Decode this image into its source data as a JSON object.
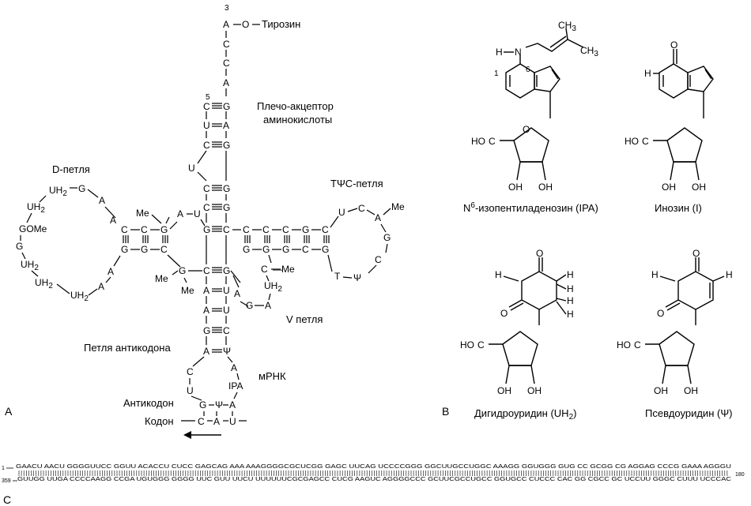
{
  "panel_a": {
    "letter": "A",
    "acceptor_end": {
      "pos3": "3",
      "pos5": "5",
      "amino_acid": "Тирозин",
      "link": "O"
    },
    "acceptor_label": [
      "Плечо-акцептор",
      "аминокислоты"
    ],
    "d_loop_label": "D-петля",
    "tpc_loop_label": "TΨC-петля",
    "v_loop_label": "V петля",
    "anticodon_loop_label": "Петля антикодона",
    "mrna_label": "мРНК",
    "anticodon_label": "Антикодон",
    "codon_label": "Кодон",
    "codon": [
      "C",
      "A",
      "U"
    ],
    "ipa": "IPA",
    "me": "Me"
  },
  "panel_b": {
    "letter": "B",
    "ipa_name": "N6-изопентиладенозин (IPA)",
    "ipa_name_parts": [
      "N",
      "6",
      "-изопентиладенозин (IPA)"
    ],
    "inosine_name": "Инозин (I)",
    "dhu_name_parts": [
      "Дигидроуридин (UH",
      "2",
      ")"
    ],
    "psu_name": "Псевдоуридин (Ψ)",
    "ho": "HO",
    "oh": "OH",
    "ipa_numbers": [
      "1",
      "6"
    ]
  },
  "panel_c": {
    "letter": "C",
    "left_start": "359",
    "left_num": "1",
    "right_num": "180",
    "top_strand": "GAACU AACU GGGGUUCC GGUU ACACCU CUCC GAGCAG AAA AAAGGGGCGCUCGG GAGC UUCAG UCCCCGGG GGCUUGCCUGGC AAAGG GGUGGG GUG CC GCGG CG AGGAG CCCG GAAA AGGGU",
    "bottom_strand": "GUUGG UUGA CCCCAAGG CCGA UGUGGG GGGG UUC GUU UUCU UUUUUUCGCGAGCC CUCG AAGUC AGGGGCCC GCUUCGCCUGCC GGUGCC CUCCC CAC GG CGCC GC UCCUU GGGC CUUU UCCCAC"
  }
}
